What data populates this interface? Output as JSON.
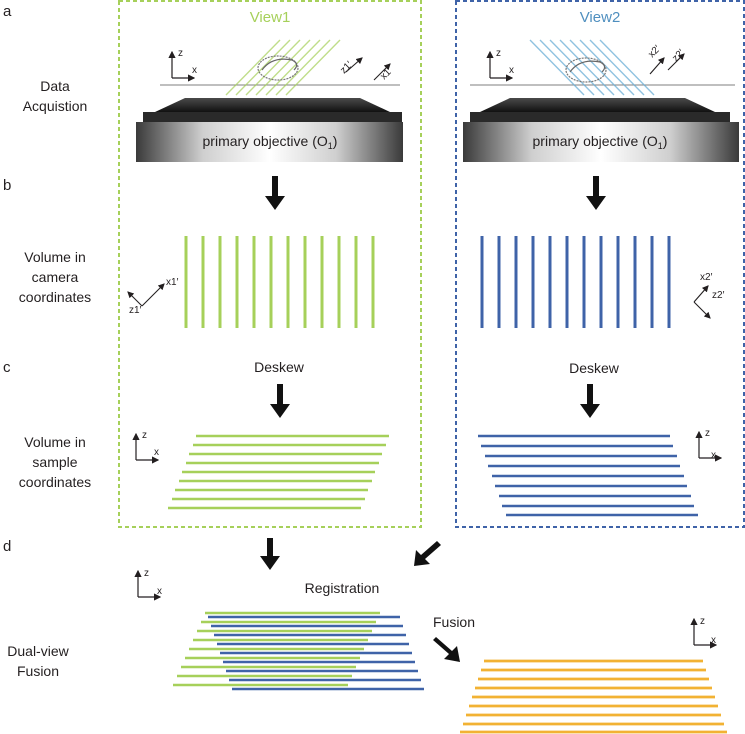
{
  "colors": {
    "view1": "#a6d05a",
    "view2": "#3f63a8",
    "view2_title": "#4f8fbf",
    "fused": "#f2b233",
    "text": "#231f20"
  },
  "panels": {
    "a": "a",
    "b": "b",
    "c": "c",
    "d": "d"
  },
  "rows": {
    "acquisition_line1": "Data",
    "acquisition_line2": "Acquistion",
    "camera_line1": "Volume in",
    "camera_line2": "camera",
    "camera_line3": "coordinates",
    "sample_line1": "Volume in",
    "sample_line2": "sample",
    "sample_line3": "coordinates",
    "fusion_line1": "Dual-view",
    "fusion_line2": "Fusion"
  },
  "views": [
    {
      "title": "View1",
      "objective_main": "primary objective (O",
      "objective_sub": "1",
      "objective_close": ")",
      "sample_axes": {
        "z": "z",
        "x": "x"
      },
      "stage_axes": {
        "a": "z1′",
        "b": "x1′"
      },
      "camera_axes": {
        "z": "z1′",
        "x": "x1′"
      },
      "deskew_label": "Deskew",
      "deskewed_axes": {
        "z": "z",
        "x": "x"
      }
    },
    {
      "title": "View2",
      "objective_main": "primary objective (O",
      "objective_sub": "1",
      "objective_close": ")",
      "sample_axes": {
        "z": "z",
        "x": "x"
      },
      "stage_axes": {
        "a": "x2′",
        "b": "z2′"
      },
      "camera_axes": {
        "z": "z2′",
        "x": "x2′"
      },
      "deskew_label": "Deskew",
      "deskewed_axes": {
        "z": "z",
        "x": "x"
      }
    }
  ],
  "registration": {
    "label": "Registration",
    "axes": {
      "z": "z",
      "x": "x"
    }
  },
  "fusion": {
    "label": "Fusion",
    "axes": {
      "z": "z",
      "x": "x"
    }
  }
}
